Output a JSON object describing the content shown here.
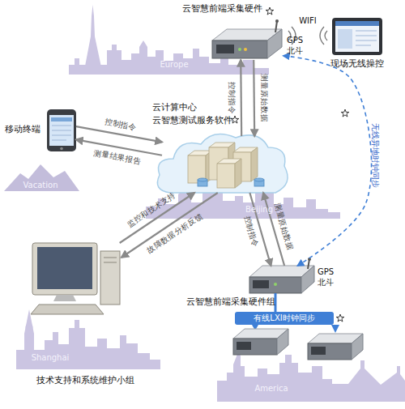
{
  "diagram": {
    "nodes": [
      {
        "text": [
          "云智慧前端采集硬件"
        ]
      },
      {
        "text": [
          "现场无线操控"
        ]
      },
      {
        "text": [
          "移动终端"
        ]
      },
      {
        "text": [
          "云计算中心",
          "云智慧测试服务软件"
        ]
      },
      {
        "text": [
          "技术支持和系统维护小组"
        ]
      },
      {
        "text": [
          "云智慧前端采集硬件组"
        ]
      }
    ],
    "edges": [
      {
        "from": 2,
        "to": 3,
        "label": "控制指令",
        "arrow": "to"
      },
      {
        "from": 3,
        "to": 2,
        "label": "测量结果报告",
        "arrow": "to"
      },
      {
        "from": 3,
        "to": 0,
        "label": "控制指令",
        "arrow": "to"
      },
      {
        "from": 0,
        "to": 3,
        "label": "测量原始数据",
        "arrow": "to"
      },
      {
        "from": 3,
        "to": 5,
        "label": "控制指令",
        "arrow": "to"
      },
      {
        "from": 5,
        "to": 3,
        "label": "测量原始数据",
        "arrow": "to"
      },
      {
        "from": 4,
        "to": 3,
        "label": "监控和技术支持",
        "arrow": "to"
      },
      {
        "from": 3,
        "to": 4,
        "label": "故障数据分析反馈",
        "arrow": "to"
      },
      {
        "from": 0,
        "to": 5,
        "label": "无线异地时钟同步",
        "arrow": "both"
      }
    ],
    "labels": [
      "Europe",
      "GPS",
      "北斗",
      "WIFI",
      "Vacation",
      "Beijing",
      "Shanghai",
      "GPS",
      "北斗",
      "有线LXI时钟同步",
      "America"
    ]
  }
}
